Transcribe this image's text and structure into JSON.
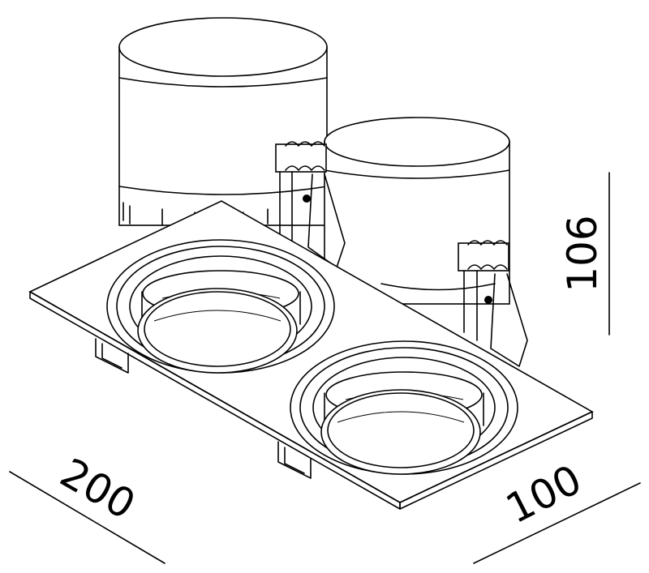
{
  "dimensions": {
    "length": "200",
    "width": "100",
    "height": "106"
  },
  "colors": {
    "line": "#000000",
    "background": "#ffffff"
  }
}
